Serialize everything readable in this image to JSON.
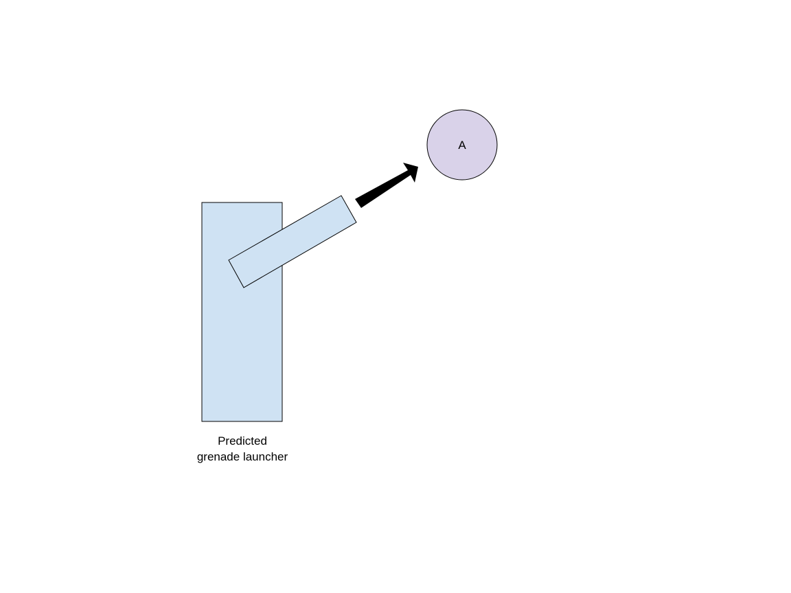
{
  "diagram": {
    "label_line1": "Predicted",
    "label_line2": "grenade launcher",
    "target_label": "A"
  },
  "colors": {
    "launcher_fill": "#cfe2f3",
    "target_fill": "#d9d2e9",
    "stroke": "#000000",
    "arrow": "#000000",
    "background": "#ffffff"
  }
}
